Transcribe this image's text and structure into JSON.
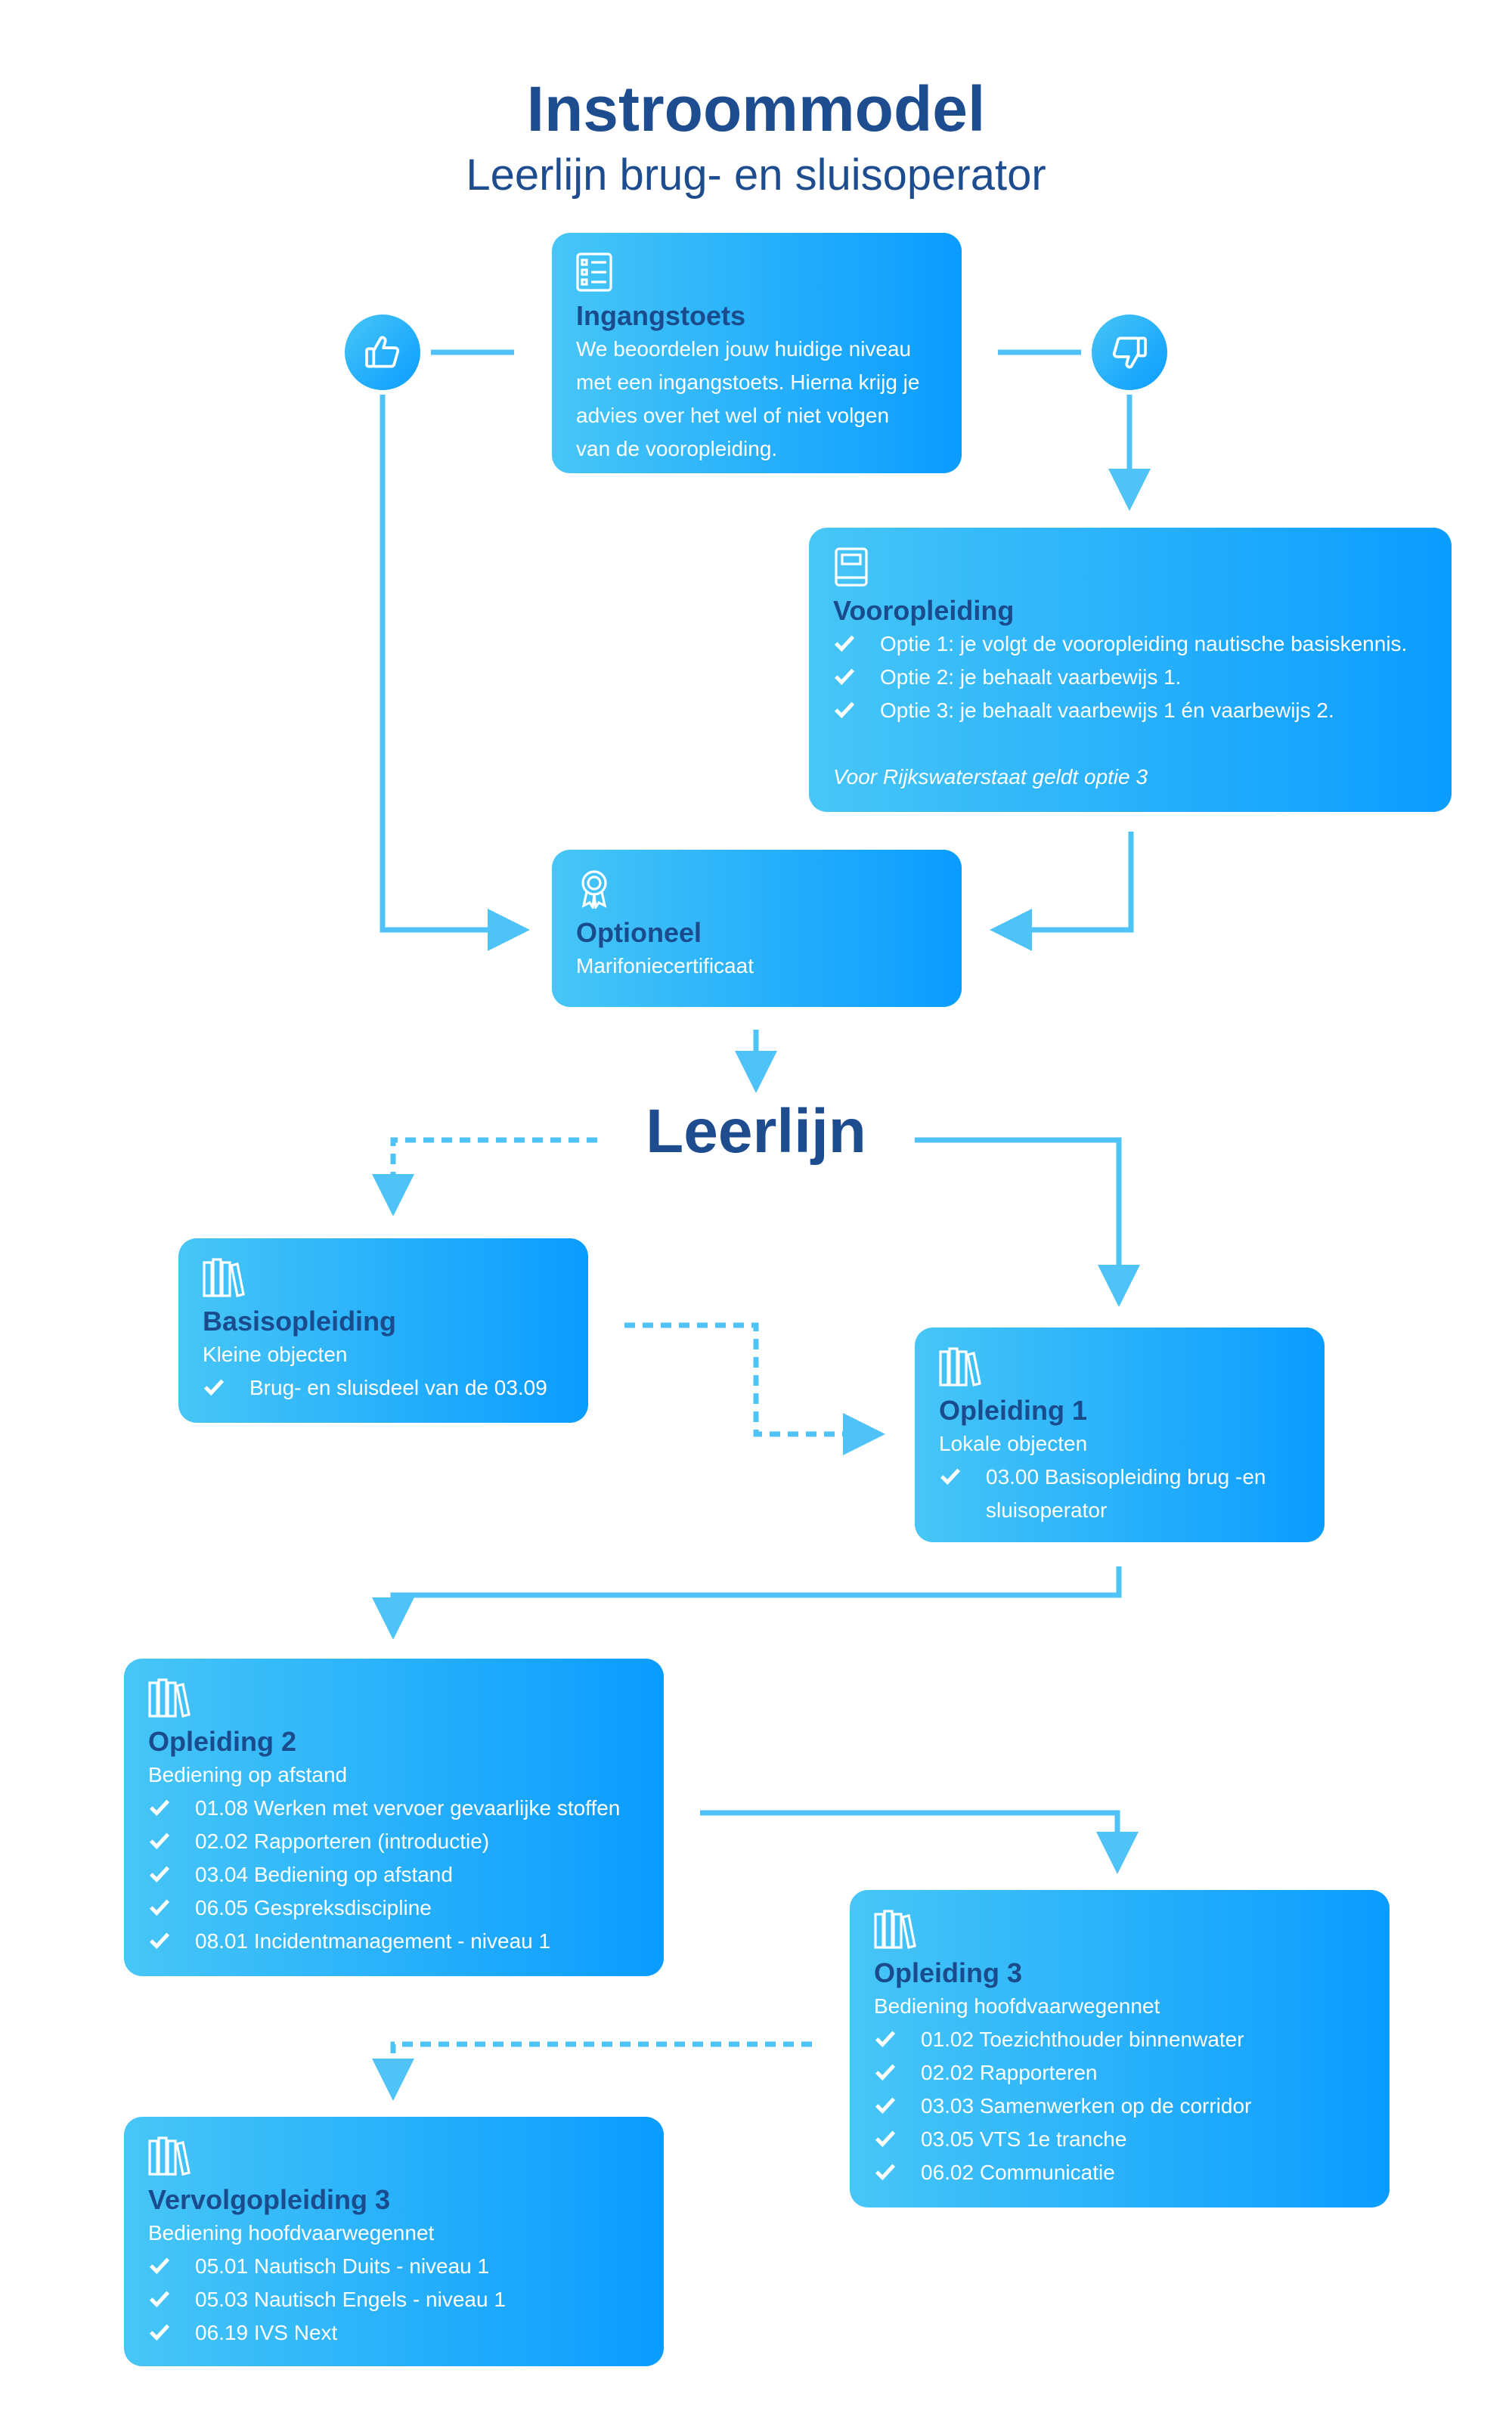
{
  "header": {
    "title": "Instroommodel",
    "subtitle": "Leerlijn brug- en sluisoperator"
  },
  "section_title": "Leerlijn",
  "icons": {
    "thumbs_up": "thumbs-up-icon",
    "thumbs_down": "thumbs-down-icon",
    "checklist": "checklist-icon",
    "book": "book-icon",
    "award": "award-icon",
    "books": "books-icon",
    "check": "check-icon"
  },
  "colors": {
    "title": "#1e4d8f",
    "card_start": "#47c6f6",
    "card_end": "#0a9cff",
    "card_title": "#1a4b8c",
    "connector": "#4fc3f7"
  },
  "ingangstoets": {
    "title": "Ingangstoets",
    "lines": [
      "We beoordelen jouw huidige niveau",
      "met een ingangstoets. Hierna krijg je",
      "advies over het wel of niet volgen",
      "van de vooropleiding."
    ]
  },
  "vooropleiding": {
    "title": "Vooropleiding",
    "items": [
      "Optie 1: je volgt de vooropleiding nautische basiskennis.",
      "Optie 2: je behaalt vaarbewijs 1.",
      "Optie 3: je behaalt vaarbewijs 1 én vaarbewijs 2."
    ],
    "note": "Voor Rijkswaterstaat geldt optie 3"
  },
  "optioneel": {
    "title": "Optioneel",
    "subtitle": "Marifoniecertificaat"
  },
  "basisopleiding": {
    "title": "Basisopleiding",
    "subtitle": "Kleine objecten",
    "items": [
      "Brug- en sluisdeel van de 03.09"
    ]
  },
  "opleiding1": {
    "title": "Opleiding 1",
    "subtitle": "Lokale objecten",
    "items": [
      "03.00 Basisopleiding brug -en sluisoperator"
    ]
  },
  "opleiding2": {
    "title": "Opleiding 2",
    "subtitle": "Bediening op afstand",
    "items": [
      "01.08 Werken met vervoer gevaarlijke stoffen",
      "02.02 Rapporteren (introductie)",
      "03.04 Bediening op afstand",
      "06.05 Gespreksdiscipline",
      "08.01 Incidentmanagement - niveau 1"
    ]
  },
  "opleiding3": {
    "title": "Opleiding 3",
    "subtitle": "Bediening hoofdvaarwegennet",
    "items": [
      "01.02 Toezichthouder binnenwater",
      "02.02 Rapporteren",
      "03.03 Samenwerken op de corridor",
      "03.05 VTS 1e tranche",
      "06.02 Communicatie"
    ]
  },
  "vervolgopleiding3": {
    "title": "Vervolgopleiding 3",
    "subtitle": "Bediening hoofdvaarwegennet",
    "items": [
      "05.01 Nautisch Duits - niveau 1",
      "05.03 Nautisch Engels - niveau 1",
      "06.19 IVS Next"
    ]
  }
}
